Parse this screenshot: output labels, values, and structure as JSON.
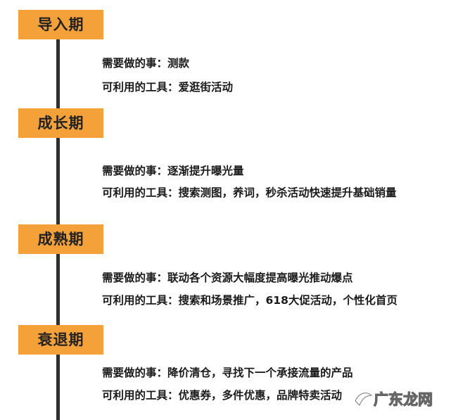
{
  "colors": {
    "accent": "#f5a13a",
    "line": "#2f2f2f",
    "text": "#1a1a1a"
  },
  "stages": [
    {
      "label": "导入期",
      "todo": "需要做的事：测款",
      "tools": "可利用的工具：爱逛街活动"
    },
    {
      "label": "成长期",
      "todo": "需要做的事：逐渐提升曝光量",
      "tools": "可利用的工具：搜索测图，养词，秒杀活动快速提升基础销量"
    },
    {
      "label": "成熟期",
      "todo": "需要做的事：联动各个资源大幅度提高曝光推动爆点",
      "tools": "可利用的工具：搜索和场景推广，618大促活动，个性化首页"
    },
    {
      "label": "衰退期",
      "todo": "需要做的事：降价清仓，寻找下一个承接流量的产品",
      "tools": "可利用的工具：优惠券，多件优惠，品牌特卖活动"
    }
  ],
  "watermark": {
    "text": "广东龙网",
    "icon": "watermark-logo"
  }
}
